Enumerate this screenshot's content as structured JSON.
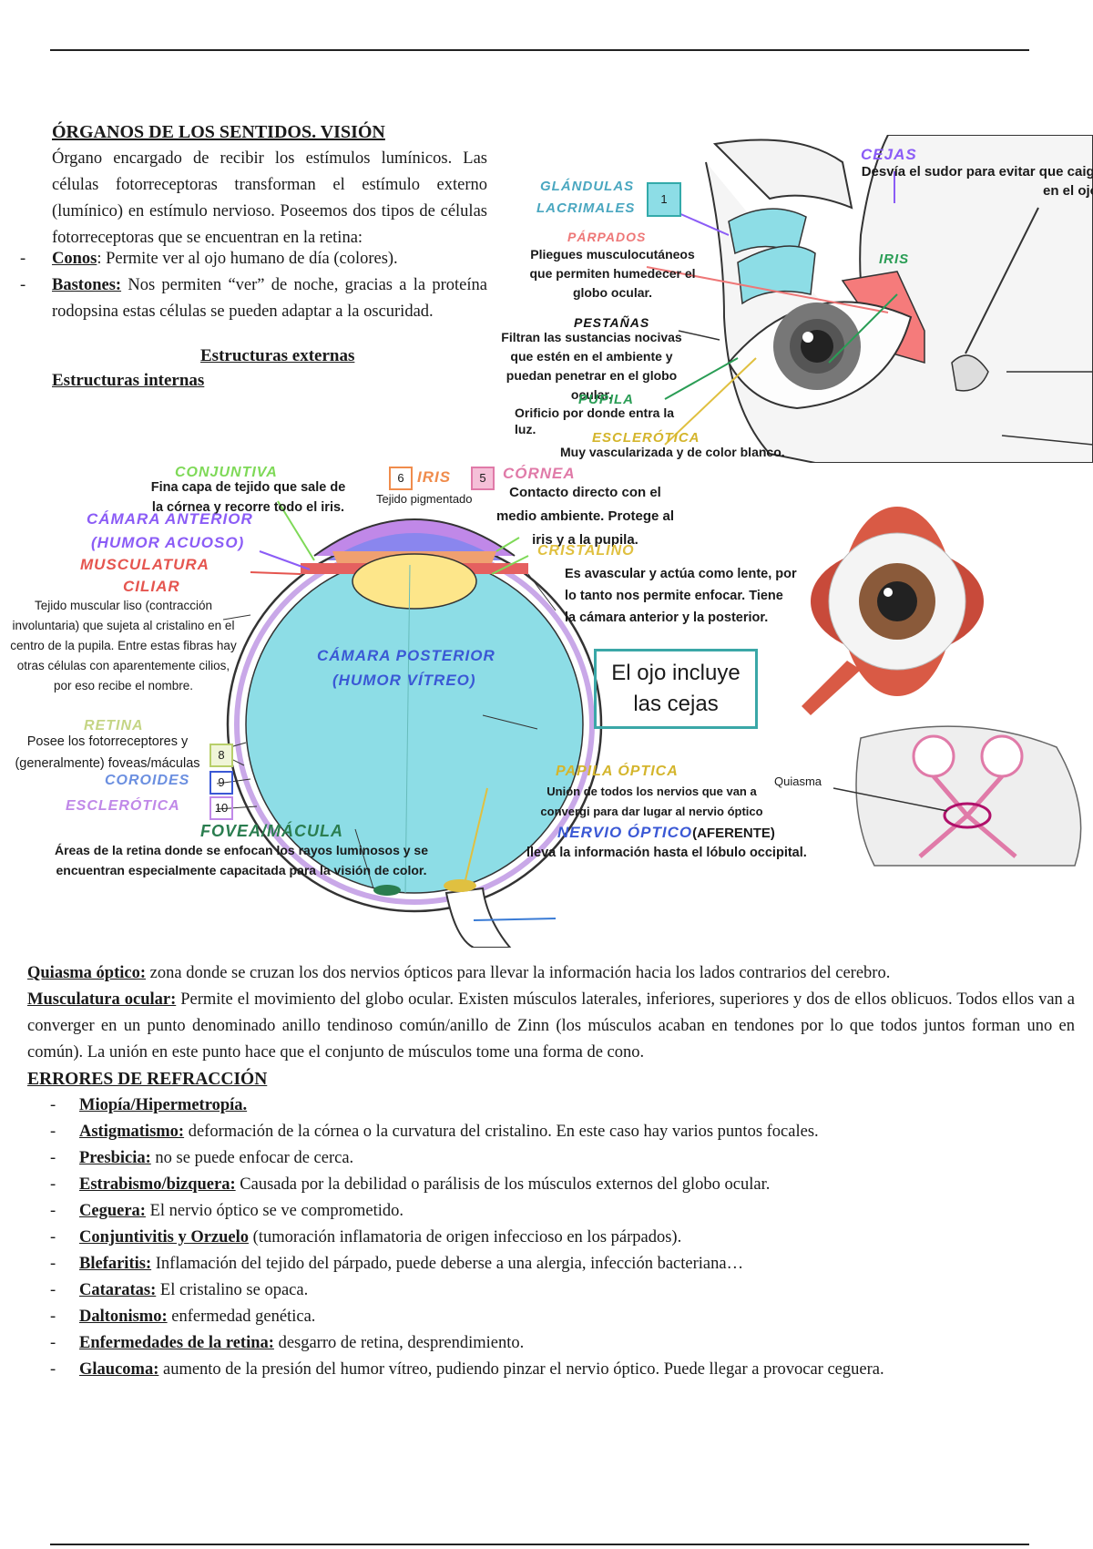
{
  "header": {
    "title": "ÓRGANOS DE LOS SENTIDOS. VISIÓN"
  },
  "intro": {
    "text": "Órgano encargado de recibir los estímulos lumínicos. Las células fotorreceptoras transforman el estímulo externo (lumínico) en estímulo nervioso. Poseemos dos tipos de células fotorreceptoras que se encuentran en la retina:",
    "bullets": [
      {
        "term": "Conos",
        "text": ": Permite ver al ojo humano de día (colores)."
      },
      {
        "term": "Bastones:",
        "text": " Nos permiten “ver” de noche, gracias a la proteína rodopsina estas células se pueden adaptar a la oscuridad."
      }
    ],
    "ext_heading": "Estructuras externas",
    "int_heading": "Estructuras internas"
  },
  "external_diagram": {
    "cejas": {
      "label": "CEJAS",
      "desc": "Desvía el sudor para evitar que caiga en el ojo."
    },
    "glandulas": {
      "label1": "GLÁNDULAS",
      "label2": "LACRIMALES",
      "num": "1"
    },
    "parpados": {
      "label": "PÁRPADOS",
      "desc": "Pliegues musculocutáneos que permiten humedecer el globo ocular."
    },
    "iris": {
      "label": "IRIS"
    },
    "pestanas": {
      "label": "PESTAÑAS",
      "desc": "Filtran las sustancias nocivas que estén en el ambiente y puedan penetrar en el globo ocular."
    },
    "pupila": {
      "label": "PUPILA",
      "desc": "Orificio por donde entra la luz."
    },
    "esclerotica": {
      "label": "ESCLERÓTICA",
      "desc": "Muy vascularizada y de color blanco."
    }
  },
  "internal_diagram": {
    "conjuntiva": {
      "label": "CONJUNTIVA",
      "desc": "Fina capa de tejido que sale de la córnea y recorre todo el iris."
    },
    "iris": {
      "label": "IRIS",
      "num": "6",
      "desc": "Tejido pigmentado"
    },
    "cornea": {
      "label": "CÓRNEA",
      "num": "5",
      "desc": "Contacto directo con el medio ambiente. Protege al iris y a la pupila."
    },
    "camara_anterior": {
      "label1": "CÁMARA ANTERIOR",
      "label2": "(HUMOR ACUOSO)"
    },
    "musculatura": {
      "label1": "MUSCULATURA",
      "label2": "CILIAR",
      "desc": "Tejido muscular liso (contracción involuntaria) que sujeta al cristalino en el centro de la pupila. Entre estas fibras hay otras células con aparentemente cilios, por eso recibe el nombre."
    },
    "cristalino": {
      "label": "CRISTALINO",
      "desc": "Es avascular y actúa como lente, por lo tanto nos permite enfocar. Tiene la cámara anterior y la posterior."
    },
    "camara_posterior": {
      "label1": "CÁMARA POSTERIOR",
      "label2": "(HUMOR VÍTREO)"
    },
    "callout": "El ojo incluye las cejas",
    "retina": {
      "label": "RETINA",
      "num": "8",
      "desc": "Posee los fotorreceptores y (generalmente) foveas/máculas"
    },
    "coroides": {
      "label": "COROIDES",
      "num": "9"
    },
    "esclerotica": {
      "label": "ESCLERÓTICA",
      "num": "10"
    },
    "fovea": {
      "label": "FOVEA/MÁCULA",
      "desc": "Áreas de la retina donde se enfocan los rayos luminosos y se encuentran especialmente capacitada para la visión de color."
    },
    "papila": {
      "label": "PAPILA ÓPTICA",
      "desc": "Unión de todos los nervios que van a convergi para dar lugar al nervio óptico"
    },
    "nervio": {
      "label": "NERVIO ÓPTICO",
      "suffix": "(AFERENTE)",
      "desc": "lleva la información hasta el lóbulo occipital."
    },
    "quiasma_label": "Quiasma"
  },
  "body_text": {
    "quiasma": {
      "term": "Quiasma óptico:",
      "text": " zona donde se cruzan los dos nervios ópticos para llevar la información hacia los lados contrarios del cerebro."
    },
    "musculatura": {
      "term": "Musculatura ocular:",
      "text": " Permite el movimiento del globo ocular. Existen músculos laterales, inferiores, superiores y dos de ellos oblicuos. Todos ellos van a converger en un punto denominado anillo tendinoso común/anillo de Zinn (los músculos acaban en tendones por lo que todos juntos forman uno en común). La unión en este punto hace que el conjunto de músculos tome una forma de cono."
    },
    "errors_title": "ERRORES DE REFRACCIÓN",
    "errors": [
      {
        "term": "Miopía/Hipermetropía.",
        "text": ""
      },
      {
        "term": "Astigmatismo:",
        "text": " deformación de la córnea o la curvatura del cristalino. En este caso hay varios puntos focales."
      },
      {
        "term": "Presbicia:",
        "text": " no se puede enfocar de cerca."
      },
      {
        "term": "Estrabismo/bizquera:",
        "text": " Causada por la debilidad o parálisis de los músculos externos del globo ocular."
      },
      {
        "term": "Ceguera:",
        "text": " El nervio óptico se ve comprometido."
      },
      {
        "term": "Conjuntivitis y Orzuelo",
        "text": " (tumoración inflamatoria de origen infeccioso en los párpados)."
      },
      {
        "term": "Blefaritis:",
        "text": " Inflamación del tejido del párpado, puede deberse a una alergia, infección bacteriana…"
      },
      {
        "term": "Cataratas:",
        "text": " El cristalino se opaca."
      },
      {
        "term": "Daltonismo:",
        "text": " enfermedad genética."
      },
      {
        "term": "Enfermedades de la retina:",
        "text": " desgarro de retina, desprendimiento."
      },
      {
        "term": "Glaucoma:",
        "text": " aumento de la presión del humor vítreo, pudiendo pinzar el nervio óptico. Puede llegar a provocar ceguera."
      }
    ]
  }
}
